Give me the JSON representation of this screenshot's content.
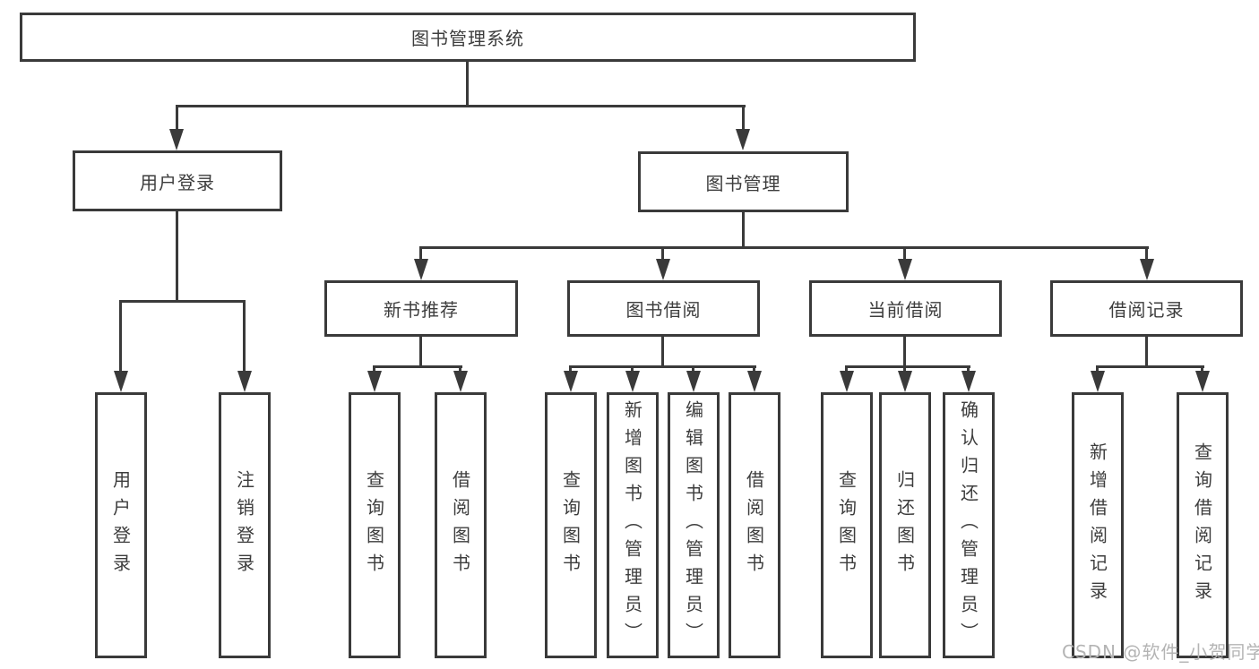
{
  "diagram_title": "图书管理系统",
  "nodes": {
    "root": {
      "label": "图书管理系统"
    },
    "user_login": {
      "label": "用户登录"
    },
    "book_mgmt": {
      "label": "图书管理"
    },
    "new_book_rec": {
      "label": "新书推荐"
    },
    "book_borrow": {
      "label": "图书借阅"
    },
    "current_borrow": {
      "label": "当前借阅"
    },
    "borrow_record": {
      "label": "借阅记录"
    },
    "leaf_user_login": {
      "label": "用户登录"
    },
    "leaf_logout": {
      "label": "注销登录"
    },
    "leaf_query_book_1": {
      "label": "查询图书"
    },
    "leaf_borrow_book_1": {
      "label": "借阅图书"
    },
    "leaf_query_book_2": {
      "label": "查询图书"
    },
    "leaf_add_book": {
      "label": "新增图书（管理员）"
    },
    "leaf_edit_book": {
      "label": "编辑图书（管理员）"
    },
    "leaf_borrow_book_2": {
      "label": "借阅图书"
    },
    "leaf_query_book_3": {
      "label": "查询图书"
    },
    "leaf_return_book": {
      "label": "归还图书"
    },
    "leaf_confirm_return": {
      "label": "确认归还（管理员）"
    },
    "leaf_add_record": {
      "label": "新增借阅记录"
    },
    "leaf_query_record": {
      "label": "查询借阅记录"
    }
  },
  "hierarchy": {
    "root": "图书管理系统",
    "children": [
      {
        "label": "用户登录",
        "children": [
          "用户登录",
          "注销登录"
        ]
      },
      {
        "label": "图书管理",
        "children": [
          {
            "label": "新书推荐",
            "children": [
              "查询图书",
              "借阅图书"
            ]
          },
          {
            "label": "图书借阅",
            "children": [
              "查询图书",
              "新增图书（管理员）",
              "编辑图书（管理员）",
              "借阅图书"
            ]
          },
          {
            "label": "当前借阅",
            "children": [
              "查询图书",
              "归还图书",
              "确认归还（管理员）"
            ]
          },
          {
            "label": "借阅记录",
            "children": [
              "新增借阅记录",
              "查询借阅记录"
            ]
          }
        ]
      }
    ]
  },
  "watermark": {
    "text": "CSDN @软件_小贺同学"
  },
  "colors": {
    "line": "#3a3a3a",
    "text": "#3d3d3d",
    "watermark": "#b4b4b4",
    "background": "#ffffff"
  }
}
